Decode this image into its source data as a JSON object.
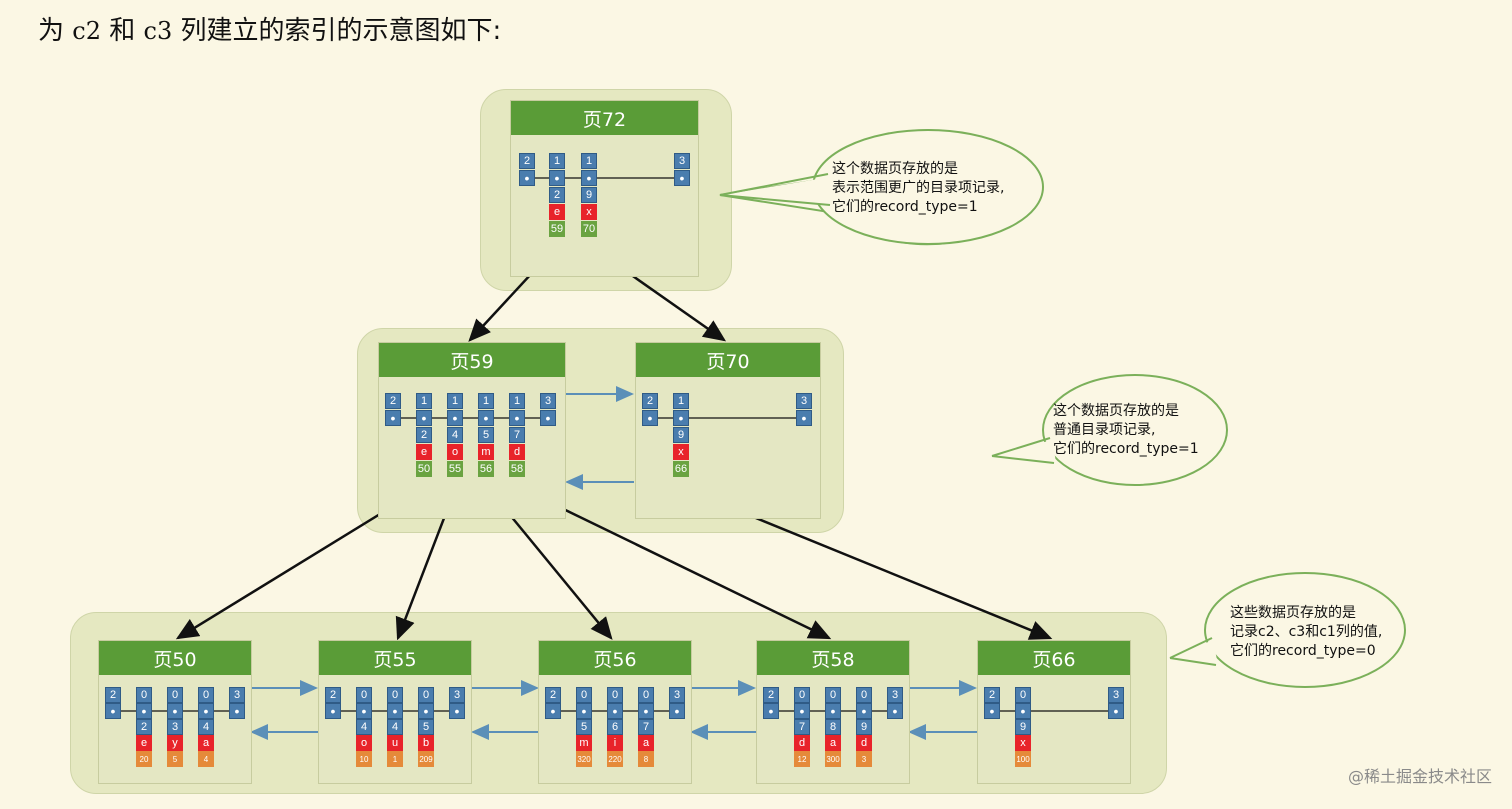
{
  "heading": {
    "pre": "为 ",
    "c2": "c2",
    "mid": " 和 ",
    "c3": "c3",
    "post": " 列建立的索引的示意图如下:"
  },
  "pages": {
    "p72": {
      "title": "页72",
      "header": [
        "2",
        "1",
        "1",
        "3"
      ],
      "records": [
        {
          "c2": "2",
          "c3": "e",
          "ptr": "59"
        },
        {
          "c2": "9",
          "c3": "x",
          "ptr": "70"
        }
      ]
    },
    "p59": {
      "title": "页59",
      "header": [
        "2",
        "1",
        "1",
        "1",
        "1",
        "3"
      ],
      "records": [
        {
          "c2": "2",
          "c3": "e",
          "ptr": "50"
        },
        {
          "c2": "4",
          "c3": "o",
          "ptr": "55"
        },
        {
          "c2": "5",
          "c3": "m",
          "ptr": "56"
        },
        {
          "c2": "7",
          "c3": "d",
          "ptr": "58"
        }
      ]
    },
    "p70": {
      "title": "页70",
      "header": [
        "2",
        "1",
        "3"
      ],
      "records": [
        {
          "c2": "9",
          "c3": "x",
          "ptr": "66"
        }
      ]
    },
    "p50": {
      "title": "页50",
      "header": [
        "2",
        "0",
        "0",
        "0",
        "3"
      ],
      "records": [
        {
          "c2": "2",
          "c3": "e",
          "c1": "20"
        },
        {
          "c2": "3",
          "c3": "y",
          "c1": "5"
        },
        {
          "c2": "4",
          "c3": "a",
          "c1": "4"
        }
      ]
    },
    "p55": {
      "title": "页55",
      "header": [
        "2",
        "0",
        "0",
        "0",
        "3"
      ],
      "records": [
        {
          "c2": "4",
          "c3": "o",
          "c1": "10"
        },
        {
          "c2": "4",
          "c3": "u",
          "c1": "1"
        },
        {
          "c2": "5",
          "c3": "b",
          "c1": "209"
        }
      ]
    },
    "p56": {
      "title": "页56",
      "header": [
        "2",
        "0",
        "0",
        "0",
        "3"
      ],
      "records": [
        {
          "c2": "5",
          "c3": "m",
          "c1": "320"
        },
        {
          "c2": "6",
          "c3": "i",
          "c1": "220"
        },
        {
          "c2": "7",
          "c3": "a",
          "c1": "8"
        }
      ]
    },
    "p58": {
      "title": "页58",
      "header": [
        "2",
        "0",
        "0",
        "0",
        "3"
      ],
      "records": [
        {
          "c2": "7",
          "c3": "d",
          "c1": "12"
        },
        {
          "c2": "8",
          "c3": "a",
          "c1": "300"
        },
        {
          "c2": "9",
          "c3": "d",
          "c1": "3"
        }
      ]
    },
    "p66": {
      "title": "页66",
      "header": [
        "2",
        "0",
        "3"
      ],
      "records": [
        {
          "c2": "9",
          "c3": "x",
          "c1": "100"
        }
      ]
    }
  },
  "bubbles": {
    "top": [
      "这个数据页存放的是",
      "表示范围更广的目录项记录,",
      "它们的record_type=1"
    ],
    "middle": [
      "这个数据页存放的是",
      "普通目录项记录,",
      "它们的record_type=1"
    ],
    "bottom": [
      "这些数据页存放的是",
      "记录c2、c3和c1列的值,",
      "它们的record_type=0"
    ]
  },
  "watermark": "@稀土掘金技术社区",
  "colors": {
    "title_bar": "#5a9c37",
    "record_blue": "#4a7dae",
    "c3_red": "#e8232a",
    "ptr_green": "#6aa341",
    "c1_orange": "#e58a3a"
  }
}
